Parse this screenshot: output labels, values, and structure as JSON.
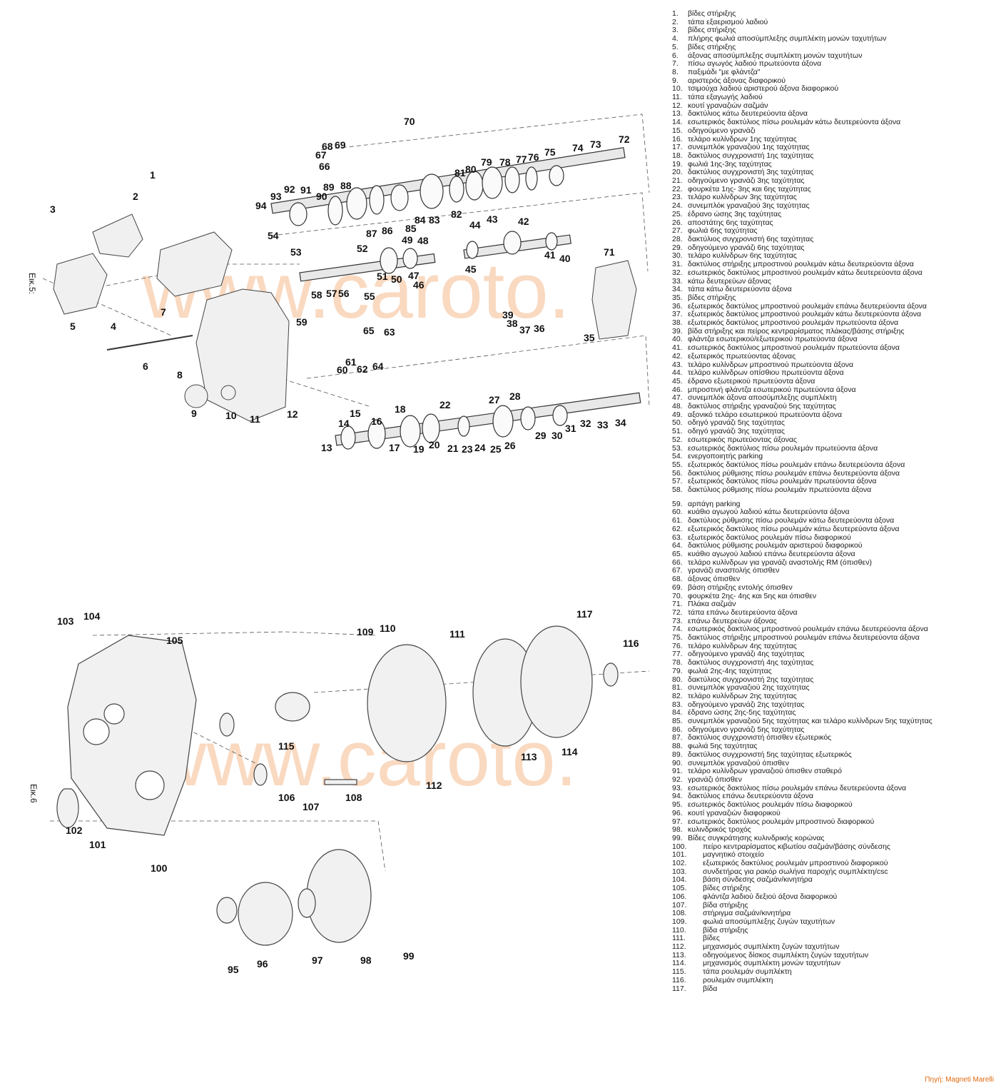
{
  "figures": {
    "fig5_label": "Εικ.5:",
    "fig6_label": "Εικ.6",
    "watermark": "www.caroto.",
    "fig5_callouts": [
      "1",
      "2",
      "3",
      "4",
      "5",
      "6",
      "7",
      "8",
      "9",
      "10",
      "11",
      "12",
      "13",
      "14",
      "15",
      "16",
      "17",
      "18",
      "19",
      "20",
      "21",
      "22",
      "23",
      "24",
      "25",
      "26",
      "27",
      "28",
      "29",
      "30",
      "31",
      "32",
      "33",
      "34",
      "35",
      "36",
      "37",
      "38",
      "39",
      "40",
      "41",
      "42",
      "43",
      "44",
      "45",
      "46",
      "47",
      "48",
      "49",
      "50",
      "51",
      "52",
      "53",
      "54",
      "55",
      "56",
      "57",
      "58",
      "59",
      "60",
      "61",
      "62",
      "63",
      "64",
      "65",
      "66",
      "67",
      "68",
      "69",
      "70",
      "71",
      "72",
      "73",
      "74",
      "75",
      "76",
      "77",
      "78",
      "79",
      "80",
      "81",
      "82",
      "83",
      "84",
      "85",
      "86",
      "87",
      "88",
      "89",
      "90",
      "91",
      "92",
      "93",
      "94"
    ],
    "fig6_callouts": [
      "95",
      "96",
      "97",
      "98",
      "99",
      "100",
      "101",
      "102",
      "103",
      "104",
      "105",
      "106",
      "107",
      "108",
      "109",
      "110",
      "111",
      "112",
      "113",
      "114",
      "115",
      "116",
      "117"
    ]
  },
  "legend": {
    "block1": [
      {
        "n": "1.",
        "t": "βίδες στήριξης"
      },
      {
        "n": "2.",
        "t": "τάπα εξαερισμού λαδιού"
      },
      {
        "n": "3.",
        "t": "βίδες στήριξης"
      },
      {
        "n": "4.",
        "t": "πλήρης φωλιά αποσύμπλεξης συμπλέκτη μονών ταχυτήτων"
      },
      {
        "n": "5.",
        "t": "βίδες στήριξης"
      },
      {
        "n": "6.",
        "t": "άξονας αποσύμπλεξης συμπλέκτη μονών ταχυτήτων"
      },
      {
        "n": "7.",
        "t": "πίσω αγωγός λαδιού πρωτεύοντα άξονα"
      },
      {
        "n": "8.",
        "t": "παξιμάδι \"με φλάντζα\""
      },
      {
        "n": "9.",
        "t": "αριστερός άξονας διαφορικού"
      },
      {
        "n": "10.",
        "t": "τσιμούχα λαδιού αριστερού άξονα διαφορικού"
      },
      {
        "n": "11.",
        "t": "τάπα εξαγωγής λαδιού"
      },
      {
        "n": "12.",
        "t": "κουτί γραναζιών σαζμάν"
      },
      {
        "n": "13.",
        "t": "δακτύλιος κάτω δευτερεύοντα άξονα"
      },
      {
        "n": "14.",
        "t": "εσωτερικός δακτύλιος πίσω ρουλεμάν κάτω δευτερεύοντα άξονα"
      },
      {
        "n": "15.",
        "t": "οδηγούμενο γρανάζι"
      },
      {
        "n": "16.",
        "t": "τελάρο κυλίνδρων 1ης ταχύτητας"
      },
      {
        "n": "17.",
        "t": "συνεμπλόκ γραναζιού 1ης ταχύτητας"
      },
      {
        "n": "18.",
        "t": "δακτύλιος συγχρονιστή 1ης ταχύτητας"
      },
      {
        "n": "19.",
        "t": "φωλιά 1ης-3ης ταχύτητας"
      },
      {
        "n": "20.",
        "t": "δακτύλιος συγχρονιστή 3ης ταχύτητας"
      },
      {
        "n": "21.",
        "t": "οδηγούμενο γρανάζι 3ης ταχύτητας"
      },
      {
        "n": "22.",
        "t": "φουρκέτα 1ης- 3ης και 6ης ταχύτητας"
      },
      {
        "n": "23.",
        "t": "τελάρο κυλίνδρων 3ης ταχύτητας"
      },
      {
        "n": "24.",
        "t": "συνεμπλόκ γραναζιού 3ης ταχύτητας"
      },
      {
        "n": "25.",
        "t": "έδρανο ώσης 3ης ταχύτητας"
      },
      {
        "n": "26.",
        "t": "αποστάτης 6ης ταχύτητας"
      },
      {
        "n": "27.",
        "t": "φωλιά 6ης ταχύτητας"
      },
      {
        "n": "28.",
        "t": "δακτύλιος συγχρονιστή 6ης ταχύτητας"
      },
      {
        "n": "29.",
        "t": "οδηγούμενο γρανάζι 6ης ταχύτητας"
      },
      {
        "n": "30.",
        "t": "τελάρο κυλίνδρων 6ης ταχύτητας"
      },
      {
        "n": "31.",
        "t": "δακτύλιος στήριξης μπροστινού ρουλεμάν κάτω δευτερεύοντα άξονα"
      },
      {
        "n": "32.",
        "t": "εσωτερικός δακτύλιος μπροστινού ρουλεμάν κάτω δευτερεύοντα άξονα"
      },
      {
        "n": "33.",
        "t": "κάτω δευτερεύων άξονας"
      },
      {
        "n": "34.",
        "t": "τάπα κάτω δευτερεύοντα άξονα"
      },
      {
        "n": "35.",
        "t": "βίδες στήριξης"
      },
      {
        "n": "36.",
        "t": "εξωτερικός δακτύλιος μπροστινού ρουλεμάν επάνω δευτερεύοντα άξονα"
      },
      {
        "n": "37.",
        "t": "εξωτερικός δακτύλιος μπροστινού ρουλεμάν κάτω δευτερεύοντα άξονα"
      },
      {
        "n": "38.",
        "t": "εξωτερικός δακτύλιος μπροστινού ρουλεμάν πρωτεύοντα άξονα"
      },
      {
        "n": "39.",
        "t": "βίδα στήριξης και πείρος κεντραρίσματος πλάκας/βάσης στήριξης"
      },
      {
        "n": "40.",
        "t": "φλάντζα εσωτερικού/εξωτερικού πρωτεύοντα άξονα"
      },
      {
        "n": "41.",
        "t": "εσωτερικός δακτύλιος μπροστινού ρουλεμάν πρωτεύοντα άξονα"
      },
      {
        "n": "42.",
        "t": "εξωτερικός πρωτεύοντας άξονας"
      },
      {
        "n": "43.",
        "t": "τελάρο κυλίνδρων μπροστινού πρωτεύοντα άξονα"
      },
      {
        "n": "44.",
        "t": "τελάρο κυλίνδρων οπίσθιου πρωτεύοντα άξονα"
      },
      {
        "n": "45.",
        "t": "έδρανο εξωτερικού πρωτεύοντα άξονα"
      },
      {
        "n": "46.",
        "t": "μπροστινή φλάντζα εσωτερικού πρωτεύοντα άξονα"
      },
      {
        "n": "47.",
        "t": "συνεμπλόκ άξονα αποσύμπλεξης συμπλέκτη"
      },
      {
        "n": "48.",
        "t": "δακτύλιος στήριξης γραναζιού 5ης ταχύτητας"
      },
      {
        "n": "49.",
        "t": "αξονικό τελάρο εσωτερικού πρωτεύοντα άξονα"
      },
      {
        "n": "50.",
        "t": "οδηγό γρανάζι 5ης ταχύτητας"
      },
      {
        "n": "51.",
        "t": "οδηγό γρανάζι 3ης ταχύτητας"
      },
      {
        "n": "52.",
        "t": "εσωτερικός πρωτεύοντας άξονας"
      },
      {
        "n": "53.",
        "t": "εσωτερικός δακτύλιος πίσω ρουλεμάν πρωτεύοντα άξονα"
      },
      {
        "n": "54.",
        "t": "ενεργοποιητής parking"
      },
      {
        "n": "55.",
        "t": "εξωτερικός δακτύλιος πίσω ρουλεμάν επάνω δευτερεύοντα άξονα"
      },
      {
        "n": "56.",
        "t": "δακτύλιος ρύθμισης πίσω ρουλεμάν επάνω δευτερεύοντα άξονα"
      },
      {
        "n": "57.",
        "t": "εξωτερικός δακτύλιος πίσω ρουλεμάν πρωτεύοντα άξονα"
      },
      {
        "n": "58.",
        "t": "δακτύλιος ρύθμισης πίσω ρουλεμάν πρωτεύοντα άξονα"
      }
    ],
    "block2": [
      {
        "n": "59.",
        "t": "αρπάγη parking"
      },
      {
        "n": "60.",
        "t": "κυάθιο αγωγού λαδιού κάτω δευτερεύοντα άξονα"
      },
      {
        "n": "61.",
        "t": "δακτύλιος ρύθμισης πίσω ρουλεμάν κάτω δευτερεύοντα άξονα"
      },
      {
        "n": "62.",
        "t": "εξωτερικός δακτύλιος πίσω ρουλεμάν κάτω δευτερεύοντα άξονα"
      },
      {
        "n": "63.",
        "t": "εξωτερικός δακτύλιος ρουλεμάν πίσω διαφορικού"
      },
      {
        "n": "64.",
        "t": "δακτύλιος ρύθμισης ρουλεμάν αριστερού διαφορικού"
      },
      {
        "n": "65.",
        "t": "κυάθιο αγωγού λαδιού επάνω δευτερεύοντα άξονα"
      },
      {
        "n": "66.",
        "t": "τελάρο κυλίνδρων για γρανάζι αναστολής RM (όπισθεν)"
      },
      {
        "n": "67.",
        "t": "γρανάζι αναστολής όπισθεν"
      },
      {
        "n": "68.",
        "t": "άξονας όπισθεν"
      },
      {
        "n": "69.",
        "t": "βάση στήριξης εντολής όπισθεν"
      },
      {
        "n": "70.",
        "t": "φουρκέτα 2ης- 4ης και 5ης και όπισθεν"
      },
      {
        "n": "71.",
        "t": "Πλάκα σαζμάν"
      },
      {
        "n": "72.",
        "t": "τάπα επάνω δευτερεύοντα άξονα"
      },
      {
        "n": "73.",
        "t": "επάνω δευτερεύων άξονας"
      },
      {
        "n": "74.",
        "t": "εσωτερικός δακτύλιος μπροστινού ρουλεμάν επάνω δευτερεύοντα άξονα"
      },
      {
        "n": "75.",
        "t": "δακτύλιος στήριξης μπροστινού ρουλεμάν επάνω δευτερεύοντα άξονα"
      },
      {
        "n": "76.",
        "t": "τελάρο κυλίνδρων 4ης ταχύτητας"
      },
      {
        "n": "77.",
        "t": "οδηγούμενο γρανάζι 4ης ταχύτητας"
      },
      {
        "n": "78.",
        "t": "δακτύλιος συγχρονιστή 4ης ταχύτητας"
      },
      {
        "n": "79.",
        "t": "φωλιά 2ης-4ης ταχύτητας"
      },
      {
        "n": "80.",
        "t": "δακτύλιος συγχρονιστή 2ης ταχύτητας"
      },
      {
        "n": "81.",
        "t": "συνεμπλόκ γραναζιού 2ης ταχύτητας"
      },
      {
        "n": "82.",
        "t": "τελάρο κυλίνδρων 2ης ταχύτητας"
      },
      {
        "n": "83.",
        "t": "οδηγούμενο γρανάζι 2ης ταχύτητας"
      },
      {
        "n": "84.",
        "t": "έδρανο ώσης 2ης-5ης ταχύτητας"
      },
      {
        "n": "85.",
        "t": "συνεμπλόκ γραναζιού 5ης ταχύτητας και τελάρο κυλίνδρων 5ης ταχύτητας"
      },
      {
        "n": "86.",
        "t": "οδηγούμενο γρανάζι 5ης ταχύτητας"
      },
      {
        "n": "87.",
        "t": "δακτύλιος συγχρονιστή όπισθεν εξωτερικός"
      },
      {
        "n": "88.",
        "t": "φωλιά 5ης ταχύτητας"
      },
      {
        "n": "89.",
        "t": "δακτύλιος συγχρονιστή 5ης ταχύτητας εξωτερικός"
      },
      {
        "n": "90.",
        "t": "συνεμπλόκ γραναζιού όπισθεν"
      },
      {
        "n": "91.",
        "t": "τελάρο κυλίνδρων γραναζιού όπισθεν σταθερό"
      },
      {
        "n": "92.",
        "t": "γρανάζι όπισθεν"
      },
      {
        "n": "93.",
        "t": "εσωτερικός δακτύλιος πίσω ρουλεμάν επάνω δευτερεύοντα άξονα"
      },
      {
        "n": "94.",
        "t": "δακτύλιος επάνω δευτερεύοντα άξονα"
      },
      {
        "n": "95.",
        "t": "εσωτερικός δακτύλιος ρουλεμάν πίσω διαφορικού"
      },
      {
        "n": "96.",
        "t": "κουτί γραναζιών διαφορικού"
      },
      {
        "n": "97.",
        "t": "εσωτερικός δακτύλιος ρουλεμάν μπροστινού διαφορικού"
      },
      {
        "n": "98.",
        "t": "κυλινδρικός τροχός"
      },
      {
        "n": "99.",
        "t": "Βίδες συγκράτησης κυλινδρικής κορώνας"
      }
    ],
    "block3": [
      {
        "n": "100.",
        "t": "πείρο κεντραρίσματος κιβωτίου σαζμάν/βάσης σύνδεσης"
      },
      {
        "n": "101.",
        "t": "μαγνητικό στοιχείο"
      },
      {
        "n": "102.",
        "t": "εξωτερικός δακτύλιος ρουλεμάν μπροστινού διαφορικού"
      },
      {
        "n": "103.",
        "t": "συνδετήρας για ρακόρ σωλήνα παροχής συμπλέκτη/csc"
      },
      {
        "n": "104.",
        "t": "βάση σύνδεσης σαζμάν/κινητήρα"
      },
      {
        "n": "105.",
        "t": "βίδες στήριξης"
      },
      {
        "n": "106.",
        "t": "φλάντζα λαδιού δεξιού άξονα διαφορικού"
      },
      {
        "n": "107.",
        "t": "βίδα στήριξης"
      },
      {
        "n": "108.",
        "t": "στήριγμα σαζμάν/κινητήρα"
      },
      {
        "n": "109.",
        "t": "φωλιά αποσύμπλεξης ζυγών ταχυτήτων"
      },
      {
        "n": "110.",
        "t": "βίδα στήριξης"
      },
      {
        "n": "111.",
        "t": "βίδες"
      },
      {
        "n": "112.",
        "t": "μηχανισμός συμπλέκτη ζυγών ταχυτήτων"
      },
      {
        "n": "113.",
        "t": "οδηγούμενος δίσκος συμπλέκτη ζυγών ταχυτήτων"
      },
      {
        "n": "114.",
        "t": "μηχανισμός συμπλέκτη μονών ταχυτήτων"
      },
      {
        "n": "115.",
        "t": "τάπα ρουλεμάν συμπλέκτη"
      },
      {
        "n": "116.",
        "t": "ρουλεμάν συμπλέκτη"
      },
      {
        "n": "117.",
        "t": "βίδα"
      }
    ]
  },
  "source": "Πηγή: Magneti Marelli"
}
